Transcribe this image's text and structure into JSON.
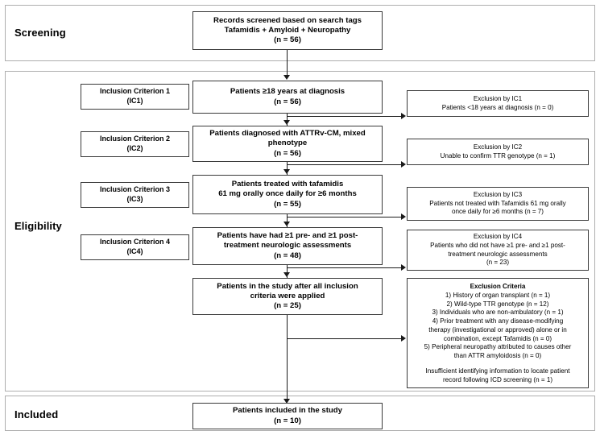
{
  "stages": [
    {
      "label": "Screening"
    },
    {
      "label": "Eligibility"
    },
    {
      "label": "Included"
    }
  ],
  "main_flow": [
    {
      "id": "screened",
      "lines": [
        "Records screened based on search tags",
        "Tafamidis + Amyloid + Neuropathy",
        "(n = 56)"
      ]
    },
    {
      "id": "ic1-result",
      "lines": [
        "Patients ≥18 years at diagnosis",
        "(n = 56)"
      ]
    },
    {
      "id": "ic2-result",
      "lines": [
        "Patients diagnosed with ATTRv-CM, mixed",
        "phenotype",
        "(n = 56)"
      ]
    },
    {
      "id": "ic3-result",
      "lines": [
        "Patients treated with tafamidis",
        "61 mg orally once daily for ≥6 months",
        "(n = 55)"
      ]
    },
    {
      "id": "ic4-result",
      "lines": [
        "Patients have had ≥1 pre- and ≥1 post-",
        "treatment neurologic assessments",
        "(n = 48)"
      ]
    },
    {
      "id": "all-inclusion",
      "lines": [
        "Patients in the study after all inclusion",
        "criteria were applied",
        "(n = 25)"
      ]
    },
    {
      "id": "included",
      "lines": [
        "Patients included in the study",
        "(n = 10)"
      ]
    }
  ],
  "criteria": [
    {
      "id": "ic1",
      "lines": [
        "Inclusion Criterion 1",
        "(IC1)"
      ]
    },
    {
      "id": "ic2",
      "lines": [
        "Inclusion Criterion 2",
        "(IC2)"
      ]
    },
    {
      "id": "ic3",
      "lines": [
        "Inclusion Criterion 3",
        "(IC3)"
      ]
    },
    {
      "id": "ic4",
      "lines": [
        "Inclusion Criterion 4",
        "(IC4)"
      ]
    }
  ],
  "exclusions": [
    {
      "id": "excl-ic1",
      "lines": [
        "Exclusion by IC1",
        "Patients <18 years at diagnosis (n = 0)"
      ]
    },
    {
      "id": "excl-ic2",
      "lines": [
        "Exclusion by IC2",
        "Unable to confirm TTR genotype (n = 1)"
      ]
    },
    {
      "id": "excl-ic3",
      "lines": [
        "Exclusion by IC3",
        "Patients not treated with Tafamidis 61 mg orally",
        "once daily for ≥6 months (n = 7)"
      ]
    },
    {
      "id": "excl-ic4",
      "lines": [
        "Exclusion by IC4",
        "Patients who did not have ≥1 pre- and ≥1 post-",
        "treatment neurologic assessments",
        "(n = 23)"
      ]
    }
  ],
  "exclusion_criteria_box": {
    "title": "Exclusion Criteria",
    "items": [
      "1) History of organ transplant (n = 1)",
      "2) Wild-type TTR genotype (n = 12)",
      "3) Individuals who are non-ambulatory (n = 1)",
      "4) Prior treatment with any disease-modifying",
      "therapy (investigational or approved) alone or in",
      "combination, except Tafamidis (n = 0)",
      "5) Peripheral neuropathy attributed to causes other",
      "than ATTR amyloidosis (n = 0)"
    ],
    "footnote": [
      "Insufficient identifying information to locate patient",
      "record following ICD screening (n = 1)"
    ]
  },
  "colors": {
    "box_border": "#3a3a3a",
    "stage_border": "#aeaeae",
    "connector": "#1a1a1a",
    "text": "#000000",
    "background": "#ffffff"
  }
}
